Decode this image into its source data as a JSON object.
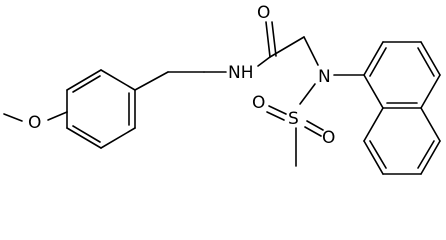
{
  "molecule": {
    "atoms": [
      {
        "id": "methoxy-o",
        "symbol": "O"
      },
      {
        "id": "amide-n",
        "symbol": "NH"
      },
      {
        "id": "carbonyl-o",
        "symbol": "O"
      },
      {
        "id": "sulfonamide-n",
        "symbol": "N"
      },
      {
        "id": "sulfur",
        "symbol": "S"
      },
      {
        "id": "sulfonyl-o-1",
        "symbol": "O"
      },
      {
        "id": "sulfonyl-o-2",
        "symbol": "O"
      }
    ]
  },
  "colors": {
    "bond": "#000000",
    "background": "#ffffff"
  }
}
